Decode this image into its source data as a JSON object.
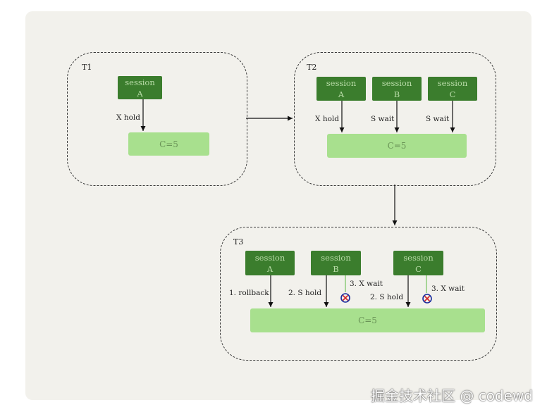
{
  "groups": {
    "t1": {
      "label": "T1"
    },
    "t2": {
      "label": "T2"
    },
    "t3": {
      "label": "T3"
    }
  },
  "t1": {
    "session_a": {
      "line1": "session",
      "line2": "A"
    },
    "row": "C=5",
    "edge_label": "X hold"
  },
  "t2": {
    "session_a": {
      "line1": "session",
      "line2": "A"
    },
    "session_b": {
      "line1": "session",
      "line2": "B"
    },
    "session_c": {
      "line1": "session",
      "line2": "C"
    },
    "row": "C=5",
    "edge_a": "X hold",
    "edge_b": "S wait",
    "edge_c": "S wait"
  },
  "t3": {
    "session_a": {
      "line1": "session",
      "line2": "A"
    },
    "session_b": {
      "line1": "session",
      "line2": "B"
    },
    "session_c": {
      "line1": "session",
      "line2": "C"
    },
    "row": "C=5",
    "edge_a": "1. rollback",
    "edge_b_hold": "2. S hold",
    "edge_b_wait": "3. X wait",
    "edge_c_hold": "2. S hold",
    "edge_c_wait": "3. X wait"
  },
  "icons": {
    "blocked": "blocked-x-icon"
  },
  "colors": {
    "session_fill": "#3b7d2d",
    "row_fill": "#a8e08e",
    "background": "#f2f1ec",
    "wait_line": "#7cc66a",
    "blocked_ring": "#1a2a9c",
    "blocked_x": "#d32626"
  },
  "watermark": "掘金技术社区 @ codewd"
}
